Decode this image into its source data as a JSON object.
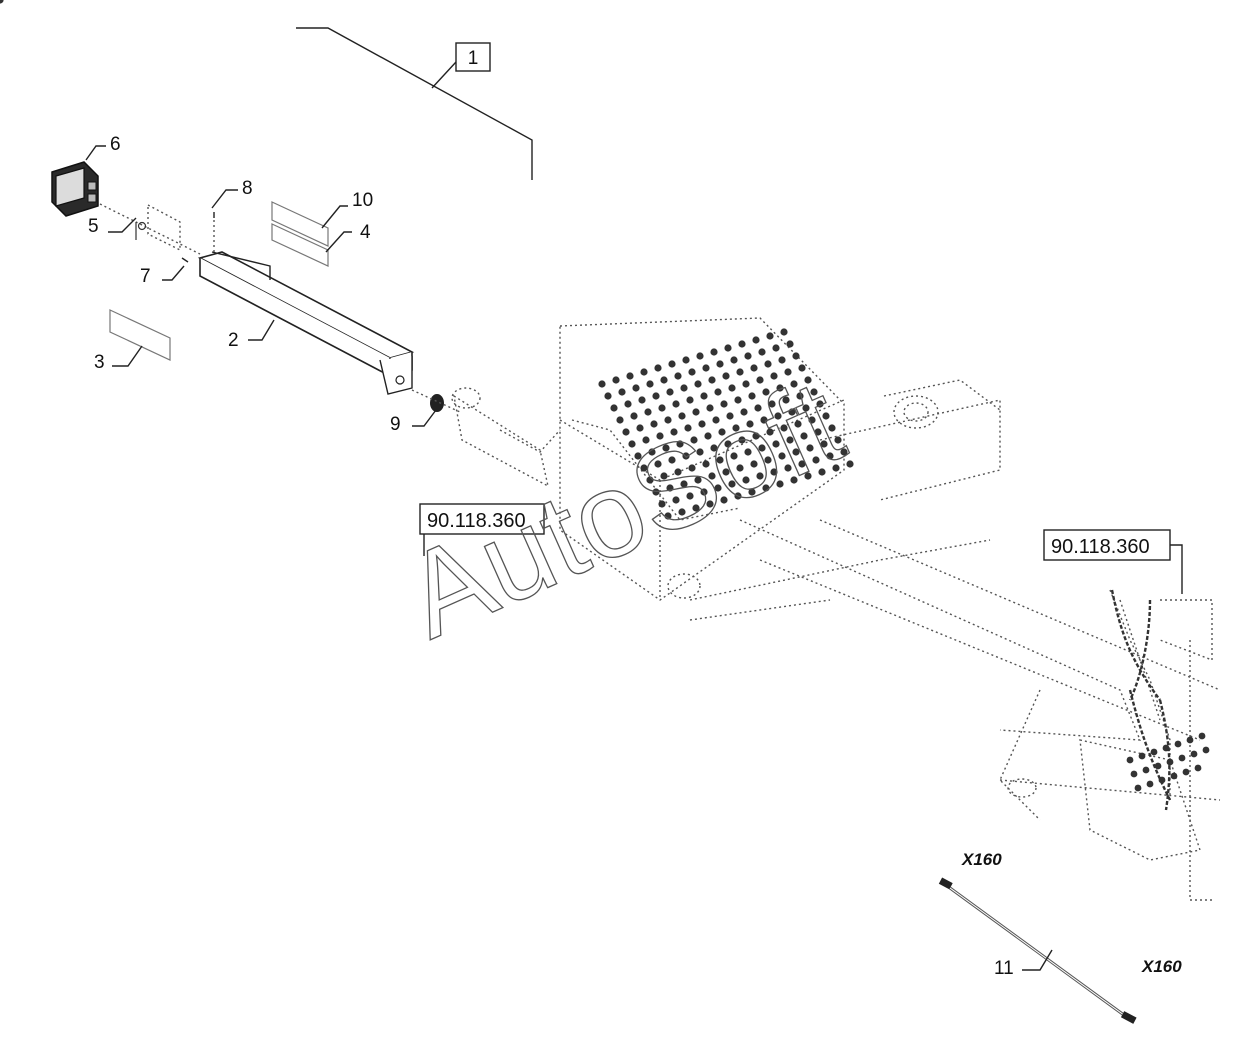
{
  "callouts": {
    "c1": "1",
    "c2": "2",
    "c3": "3",
    "c4": "4",
    "c5": "5",
    "c6": "6",
    "c7": "7",
    "c8": "8",
    "c9": "9",
    "c10": "10",
    "c11": "11"
  },
  "references": {
    "ref_left": "90.118.360",
    "ref_right": "90.118.360"
  },
  "connectors": {
    "top": "X160",
    "bottom": "X160"
  },
  "watermark": "AutoSoft"
}
